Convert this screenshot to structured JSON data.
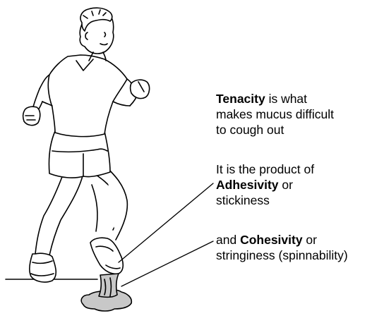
{
  "captions": {
    "tenacity": {
      "term": "Tenacity",
      "line1_rest": " is what",
      "line2": "makes mucus difficult",
      "line3": "to cough out"
    },
    "adhesivity": {
      "line1": "It is the product of",
      "term": "Adhesivity",
      "line2_rest": " or",
      "line3": "stickiness"
    },
    "cohesivity": {
      "line1_pre": "and ",
      "term": "Cohesivity",
      "line1_rest": " or",
      "line2": "stringiness (spinnability)"
    }
  },
  "colors": {
    "outline": "#000000",
    "mucus_fill": "#c8c8c8",
    "background": "#ffffff"
  }
}
